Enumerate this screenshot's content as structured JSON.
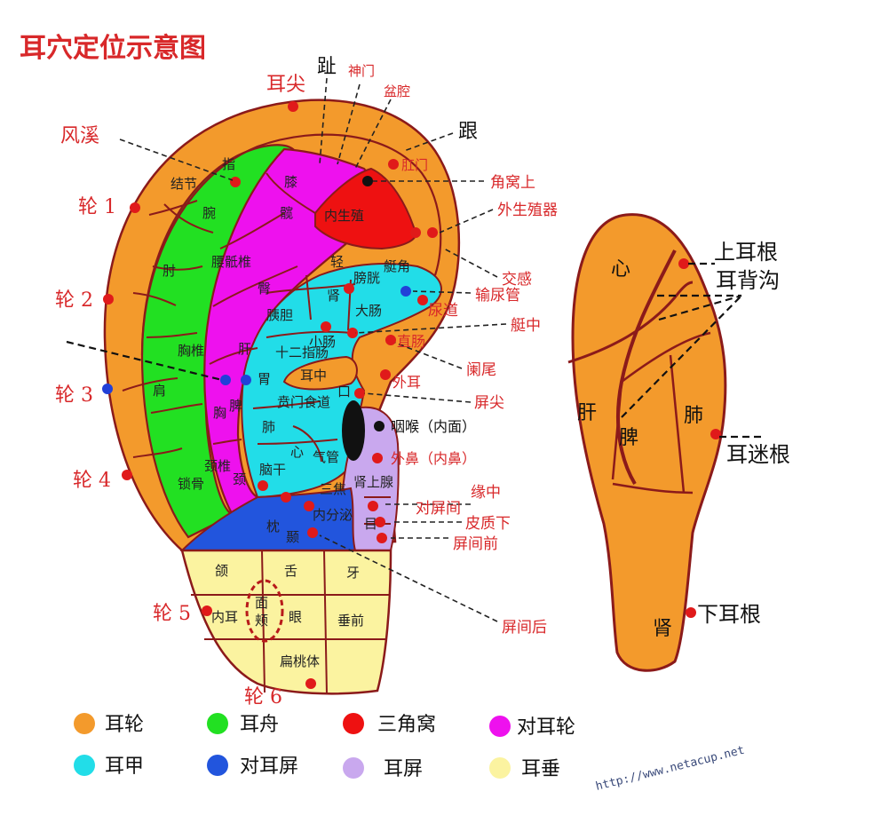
{
  "title": "耳穴定位示意图",
  "colors": {
    "helix": "#f39a2c",
    "scapha": "#22e022",
    "triangular_fossa": "#ee1111",
    "antihelix": "#ee11ee",
    "concha": "#22dde8",
    "antitragus": "#2255dd",
    "tragus": "#c9a8ee",
    "lobe": "#fbf3a0",
    "outline": "#8b1a1a"
  },
  "outer_labels": {
    "ertian": "耳尖",
    "zhi": "趾",
    "shenmen": "神门",
    "penqiang": "盆腔",
    "gen": "跟",
    "fengxi": "风溪",
    "gangmen": "肛门",
    "jiaowoshang": "角窝上",
    "waishengzhiqi": "外生殖器",
    "jiaogan": "交感",
    "shuniaoguan": "输尿管",
    "niaodao": "尿道",
    "tingzhong": "艇中",
    "zhichang": "直肠",
    "lanwei": "阑尾",
    "waier": "外耳",
    "pingjian": "屏尖",
    "yanhou": "咽喉（内面）",
    "waibi": "外鼻（内鼻）",
    "yuanzhong": "缘中",
    "duipingjian": "对屏间",
    "pizhixia": "皮质下",
    "pingjianqian": "屏间前",
    "pingjianhou": "屏间后",
    "lun1": "轮 1",
    "lun2": "轮 2",
    "lun3": "轮 3",
    "lun4": "轮 4",
    "lun5": "轮 5",
    "lun6": "轮 6"
  },
  "inner_labels": {
    "jiejie": "结节",
    "zhi_finger": "指",
    "wan": "腕",
    "zhou": "肘",
    "jian": "肩",
    "suogu": "锁骨",
    "xi": "膝",
    "kuan": "髋",
    "yaodizhui": "腰骶椎",
    "tun": "臀",
    "xiongzhui": "胸椎",
    "xiong": "胸",
    "jingzhui": "颈椎",
    "jing": "颈",
    "shen": "肾",
    "pangguang": "膀胱",
    "dachang": "大肠",
    "xiaochang": "小肠",
    "shierzhichang": "十二指肠",
    "yidan": "胰胆",
    "gan": "肝",
    "wei": "胃",
    "pi": "脾",
    "erzhong": "耳中",
    "kou": "口",
    "shidao": "贲门食道",
    "fei": "肺",
    "xin": "心",
    "qiguan": "气管",
    "naogan": "脑干",
    "zhen": "枕",
    "nie": "颞",
    "e": "额",
    "sanjiao": "三焦",
    "neifenmi": "内分泌",
    "shenshangxian": "肾上腺",
    "mu": "目",
    "ai": "艇角",
    "qingdi": "轻",
    "han": "颌",
    "she": "舌",
    "ya": "牙",
    "mian": "面",
    "jia": "颊",
    "neier": "内耳",
    "yan": "眼",
    "chuiqian": "垂前",
    "biantaoti": "扁桃体",
    "tri1": "内生殖",
    "tri2": "中"
  },
  "back_ear": {
    "xin": "心",
    "gan": "肝",
    "pi": "脾",
    "fei": "肺",
    "shen": "肾",
    "shangergen": "上耳根",
    "erbeigou": "耳背沟",
    "ermigen": "耳迷根",
    "xiaergen": "下耳根"
  },
  "legend": [
    {
      "label": "耳轮",
      "color": "#f39a2c"
    },
    {
      "label": "耳舟",
      "color": "#22e022"
    },
    {
      "label": "三角窝",
      "color": "#ee1111"
    },
    {
      "label": "对耳轮",
      "color": "#ee11ee"
    },
    {
      "label": "耳甲",
      "color": "#22dde8"
    },
    {
      "label": "对耳屏",
      "color": "#2255dd"
    },
    {
      "label": "耳屏",
      "color": "#c9a8ee"
    },
    {
      "label": "耳垂",
      "color": "#fbf3a0"
    }
  ],
  "url": "http://www.netacup.net"
}
